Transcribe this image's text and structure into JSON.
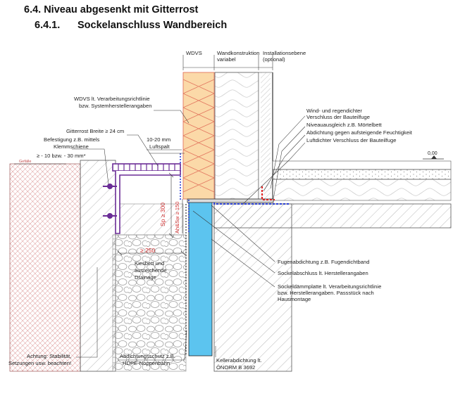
{
  "heading": {
    "section": "6.4. Niveau abgesenkt mit Gitterrost",
    "subsection_number": "6.4.1.",
    "subsection_title": "Sockelanschluss Wandbereich"
  },
  "columns": {
    "wdvs": "WDVS",
    "wall_1": "Wandkonstruktion",
    "wall_2": "variabel",
    "install_1": "Installationsebene",
    "install_2": "(optional)"
  },
  "labels": {
    "wdvs_note_1": "WDVS lt. Verarbeitungsrichtlinie",
    "wdvs_note_2": "bzw. Systemherstellerangaben",
    "grating_width": "Gitterrost Breite ≥ 24 cm",
    "fastening_1": "Befestigung z.B. mittels",
    "fastening_2": "Klemmschiene",
    "slope": "≥ - 10 bzw. - 30 mm*",
    "gefaelle": "Gefälle",
    "air_gap_1": "10-20 mm",
    "air_gap_2": "Luftspalt",
    "sp": "Sp ≥ 300",
    "ahasw": "Ah&Sw ≥ 150",
    "gravel_width": "≥ 250",
    "gravel_1": "Kiesbett und",
    "gravel_2": "ausreichende",
    "gravel_3": "Drainage",
    "wind_1": "Wind- und regendichter",
    "wind_2": "Verschluss der Bauteilfuge",
    "leveling": "Niveauausgleich z.B. Mörtelbett",
    "moisture": "Abdichtung gegen aufsteigende Feuchtigkeit",
    "airtight": "Luftdichter Verschluss der Bauteilfuge",
    "level": "0,00",
    "joint_seal": "Fugenabdichtung z.B. Fugendichtband",
    "plinth_profile": "Sockelabschluss lt. Herstellerangaben",
    "plinth_board_1": "Sockeldämmplatte lt. Verarbeitungsrichtlinie",
    "plinth_board_2": "bzw. Herstellerangaben. Passstück nach",
    "plinth_board_3": "Hausmontage",
    "warning_1": "Achtung: Stabilität,",
    "warning_2": "Setzungen usw. beachten!",
    "protection_1": "Abdichtungsschutz z.B.",
    "protection_2": "HDPE-Noppenbahn",
    "basement_1": "Kellerabdichtung lt.",
    "basement_2": "ÖNORM B 3692"
  },
  "colors": {
    "wdvs_fill": "#fbd9a8",
    "wdvs_stroke": "#e2765f",
    "plinth_insulation": "#5cc4ef",
    "airtight_line": "#2a3fd6",
    "moisture_line": "#e02020",
    "grating": "#6a2c96",
    "ground_hatch": "#c44e4e"
  }
}
